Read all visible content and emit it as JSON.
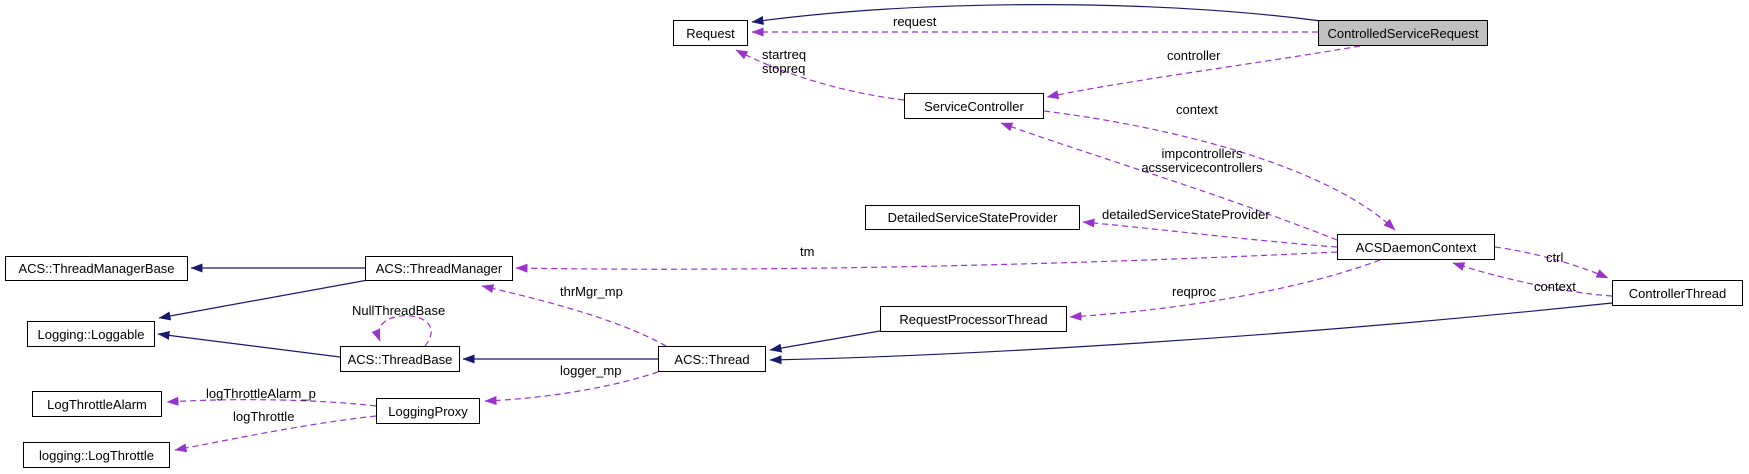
{
  "diagram": {
    "kind": "doxygen-collaboration-graph",
    "focus_node": "ControlledServiceRequest",
    "colors": {
      "background": "#ffffff",
      "node_background": "#ffffff",
      "focus_node_background": "#c0c0c0",
      "node_border": "#000000",
      "inheritance_edge": "#191970",
      "usage_edge": "#9a32cd",
      "text": "#000000"
    }
  },
  "nodes": {
    "request": {
      "label": "Request"
    },
    "controlled_service_request": {
      "label": "ControlledServiceRequest"
    },
    "service_controller": {
      "label": "ServiceController"
    },
    "detailed_service_state_provider": {
      "label": "DetailedServiceStateProvider"
    },
    "acs_daemon_context": {
      "label": "ACSDaemonContext"
    },
    "thread_manager_base": {
      "label": "ACS::ThreadManagerBase"
    },
    "thread_manager": {
      "label": "ACS::ThreadManager"
    },
    "controller_thread": {
      "label": "ControllerThread"
    },
    "loggable": {
      "label": "Logging::Loggable"
    },
    "request_processor_thread": {
      "label": "RequestProcessorThread"
    },
    "thread_base": {
      "label": "ACS::ThreadBase"
    },
    "thread": {
      "label": "ACS::Thread"
    },
    "log_throttle_alarm": {
      "label": "LogThrottleAlarm"
    },
    "logging_proxy": {
      "label": "LoggingProxy"
    },
    "log_throttle": {
      "label": "logging::LogThrottle"
    }
  },
  "edge_labels": {
    "request": "request",
    "controller": "controller",
    "startreq_stopreq": {
      "line1": "startreq",
      "line2": "stopreq"
    },
    "context_top": "context",
    "impcontrollers": {
      "line1": "impcontrollers",
      "line2": "acsservicecontrollers"
    },
    "detailed_service_state_provider": "detailedServiceStateProvider",
    "tm": "tm",
    "ctrl": "ctrl",
    "context_bottom": "context",
    "reqproc": "reqproc",
    "thrmgr_mp": "thrMgr_mp",
    "null_thread_base": "NullThreadBase",
    "logger_mp": "logger_mp",
    "logthrottlealarm_p": "logThrottleAlarm_p",
    "logthrottle": "logThrottle"
  },
  "edges": [
    {
      "from": "ControlledServiceRequest",
      "to": "Request",
      "type": "inheritance"
    },
    {
      "from": "ControlledServiceRequest",
      "to": "Request",
      "type": "usage",
      "label": "request"
    },
    {
      "from": "ControlledServiceRequest",
      "to": "ServiceController",
      "type": "usage",
      "label": "controller"
    },
    {
      "from": "ServiceController",
      "to": "Request",
      "type": "usage",
      "label": "startreq stopreq"
    },
    {
      "from": "ServiceController",
      "to": "ACSDaemonContext",
      "type": "usage",
      "label": "context"
    },
    {
      "from": "ACSDaemonContext",
      "to": "ServiceController",
      "type": "usage",
      "label": "impcontrollers acsservicecontrollers"
    },
    {
      "from": "ACSDaemonContext",
      "to": "DetailedServiceStateProvider",
      "type": "usage",
      "label": "detailedServiceStateProvider"
    },
    {
      "from": "ACSDaemonContext",
      "to": "ACS::ThreadManager",
      "type": "usage",
      "label": "tm"
    },
    {
      "from": "ACSDaemonContext",
      "to": "ControllerThread",
      "type": "usage",
      "label": "ctrl"
    },
    {
      "from": "ControllerThread",
      "to": "ACSDaemonContext",
      "type": "usage",
      "label": "context"
    },
    {
      "from": "ACSDaemonContext",
      "to": "RequestProcessorThread",
      "type": "usage",
      "label": "reqproc"
    },
    {
      "from": "ACS::ThreadManager",
      "to": "ACS::ThreadManagerBase",
      "type": "inheritance"
    },
    {
      "from": "ACS::ThreadManager",
      "to": "Logging::Loggable",
      "type": "inheritance"
    },
    {
      "from": "ACS::ThreadBase",
      "to": "Logging::Loggable",
      "type": "inheritance"
    },
    {
      "from": "ACS::Thread",
      "to": "ACS::ThreadBase",
      "type": "inheritance"
    },
    {
      "from": "RequestProcessorThread",
      "to": "ACS::Thread",
      "type": "inheritance"
    },
    {
      "from": "ControllerThread",
      "to": "ACS::Thread",
      "type": "inheritance"
    },
    {
      "from": "ACS::Thread",
      "to": "ACS::ThreadManager",
      "type": "usage",
      "label": "thrMgr_mp"
    },
    {
      "from": "ACS::ThreadBase",
      "to": "ACS::ThreadBase",
      "type": "usage",
      "label": "NullThreadBase"
    },
    {
      "from": "ACS::Thread",
      "to": "LoggingProxy",
      "type": "usage",
      "label": "logger_mp"
    },
    {
      "from": "LoggingProxy",
      "to": "LogThrottleAlarm",
      "type": "usage",
      "label": "logThrottleAlarm_p"
    },
    {
      "from": "LoggingProxy",
      "to": "logging::LogThrottle",
      "type": "usage",
      "label": "logThrottle"
    }
  ]
}
